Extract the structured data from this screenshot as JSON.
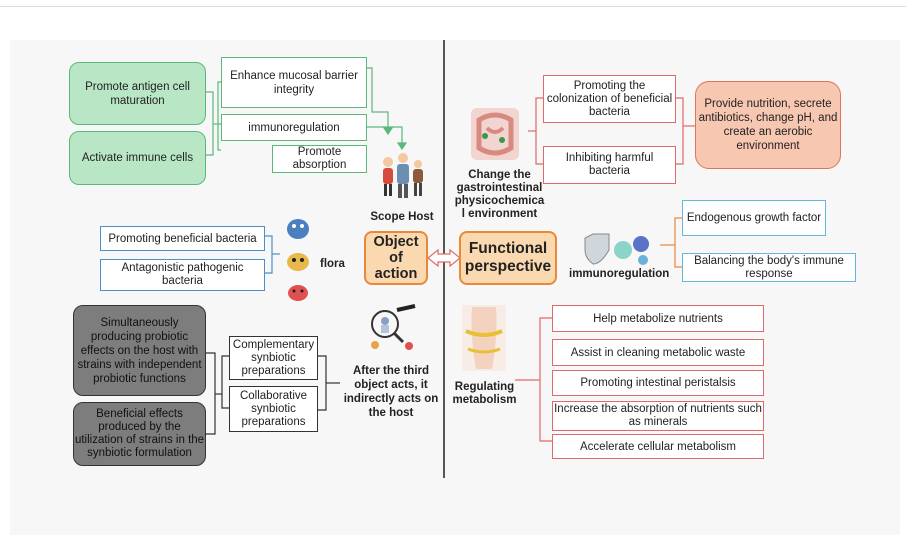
{
  "left": {
    "green": {
      "antigen": "Promote antigen cell maturation",
      "immune_cells": "Activate immune cells",
      "mucosal": "Enhance mucosal barrier integrity",
      "immunoreg": "immunoregulation",
      "absorption": "Promote absorption"
    },
    "scope_host": "Scope Host",
    "flora": {
      "promoting": "Promoting beneficial bacteria",
      "antagonistic": "Antagonistic pathogenic bacteria",
      "label": "flora"
    },
    "synbiotic": {
      "simultaneous": "Simultaneously producing probiotic effects on the host with strains with independent probiotic functions",
      "beneficial": "Beneficial effects produced by the utilization of strains in the synbiotic formulation",
      "complementary": "Complementary synbiotic preparations",
      "collaborative": "Collaborative synbiotic preparations",
      "third_object": "After the third object acts, it indirectly acts on the host"
    }
  },
  "center": {
    "object_of_action": "Object of action",
    "functional_perspective": "Functional perspective"
  },
  "right": {
    "gi": {
      "colonization": "Promoting the colonization of beneficial bacteria",
      "inhibiting": "Inhibiting harmful bacteria",
      "provide": "Provide nutrition, secrete antibiotics, change pH, and create an aerobic environment",
      "label": "Change the gastrointestinal physicochemica l environment"
    },
    "immuno": {
      "label": "immunoregulation",
      "endogenous": "Endogenous growth factor",
      "balancing": "Balancing the body's immune response"
    },
    "metabolism": {
      "label": "Regulating metabolism",
      "items": [
        "Help metabolize nutrients",
        "Assist in cleaning metabolic waste",
        "Promoting intestinal peristalsis",
        "Increase the absorption of nutrients such as minerals",
        "Accelerate cellular metabolism"
      ]
    }
  },
  "colors": {
    "green": "#5cb87a",
    "blue": "#4a8ecb",
    "red": "#e06a6a",
    "orange": "#e8893a"
  }
}
